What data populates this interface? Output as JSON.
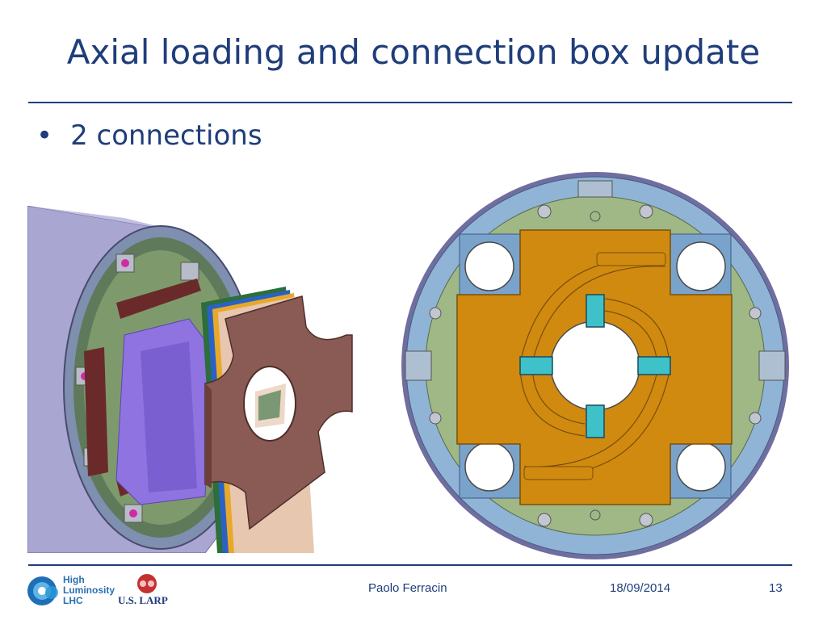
{
  "slide": {
    "title": "Axial loading and connection box update",
    "bullets": [
      "2 connections"
    ]
  },
  "footer": {
    "author": "Paolo Ferracin",
    "date": "18/09/2014",
    "page_number": "13"
  },
  "logos": {
    "high_lumi": {
      "line1": "High",
      "line2": "Luminosity",
      "line3": "LHC"
    },
    "larp": {
      "text": "U.S. LARP"
    }
  },
  "colors": {
    "title": "#1f3d7a",
    "plate_orange": "#d08a10",
    "ring_blue": "#8fb4d6",
    "green": "#9fb886",
    "cylinder_purple": "#a9a6d2",
    "plate_brown": "#8a5b55"
  }
}
